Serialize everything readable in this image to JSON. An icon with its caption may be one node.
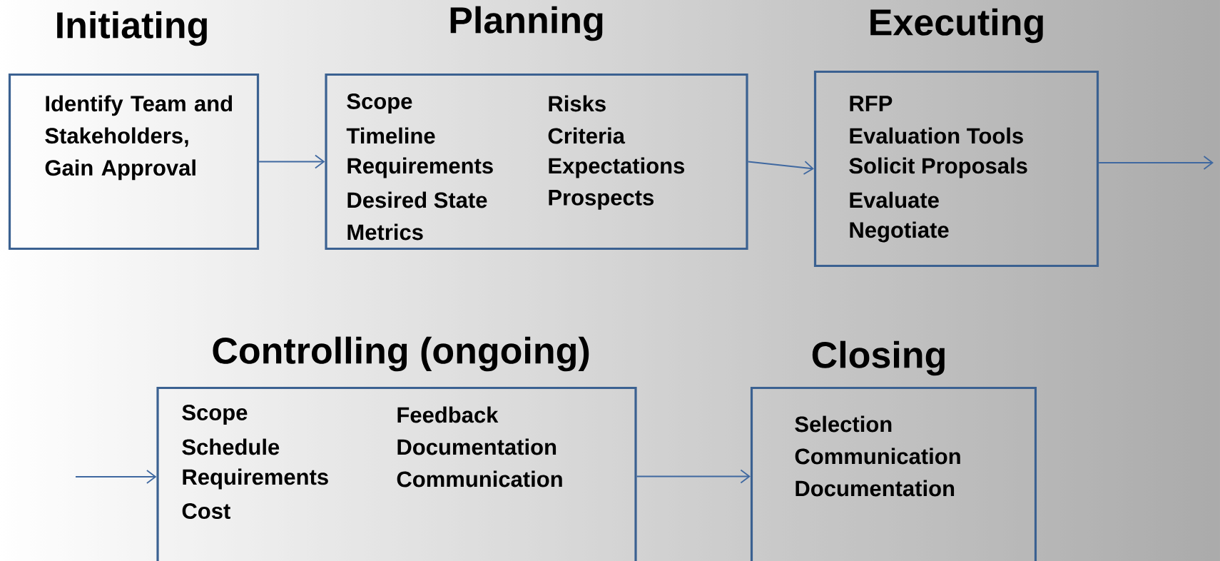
{
  "diagram": {
    "nodes": [
      {
        "text": [
          "Initiating",
          "Identify Team and Stakeholders, Gain Approval"
        ]
      },
      {
        "text": [
          "Planning",
          "Scope",
          "Timeline",
          "Requirements",
          "Desired State",
          "Metrics",
          "Risks",
          "Criteria",
          "Expectations",
          "Prospects"
        ]
      },
      {
        "text": [
          "Executing",
          "RFP",
          "Evaluation Tools",
          "Solicit Proposals",
          "Evaluate",
          "Negotiate"
        ]
      },
      {
        "text": [
          "Controlling (ongoing)",
          "Scope",
          "Schedule",
          "Requirements",
          "Cost",
          "Feedback",
          "Documentation",
          "Communication"
        ]
      },
      {
        "text": [
          "Closing",
          "Selection",
          "Communication",
          "Documentation"
        ]
      }
    ],
    "edges": [
      {
        "from": 0,
        "to": 1,
        "arrow": "to"
      },
      {
        "from": 1,
        "to": 2,
        "arrow": "to"
      },
      {
        "from": 2,
        "to": null,
        "arrow": "to"
      },
      {
        "from": null,
        "to": 3,
        "arrow": "to"
      },
      {
        "from": 3,
        "to": 4,
        "arrow": "to"
      }
    ]
  }
}
